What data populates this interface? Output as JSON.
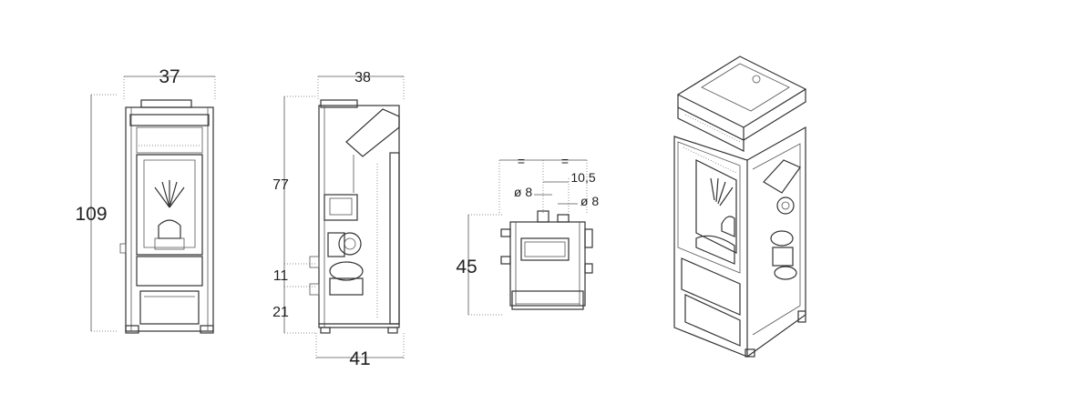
{
  "front_view": {
    "width_label": "37",
    "height_label": "109"
  },
  "side_view": {
    "top_depth_label": "38",
    "bottom_depth_label": "41",
    "outlet_height_label": "77",
    "inlet_offset_label": "11",
    "base_height_label": "21"
  },
  "rear_view": {
    "height_label": "45",
    "spacing_left_label": "=",
    "spacing_right_label": "=",
    "offset_label": "10,5",
    "diameter_left_label": "ø 8",
    "diameter_right_label": "ø 8"
  }
}
